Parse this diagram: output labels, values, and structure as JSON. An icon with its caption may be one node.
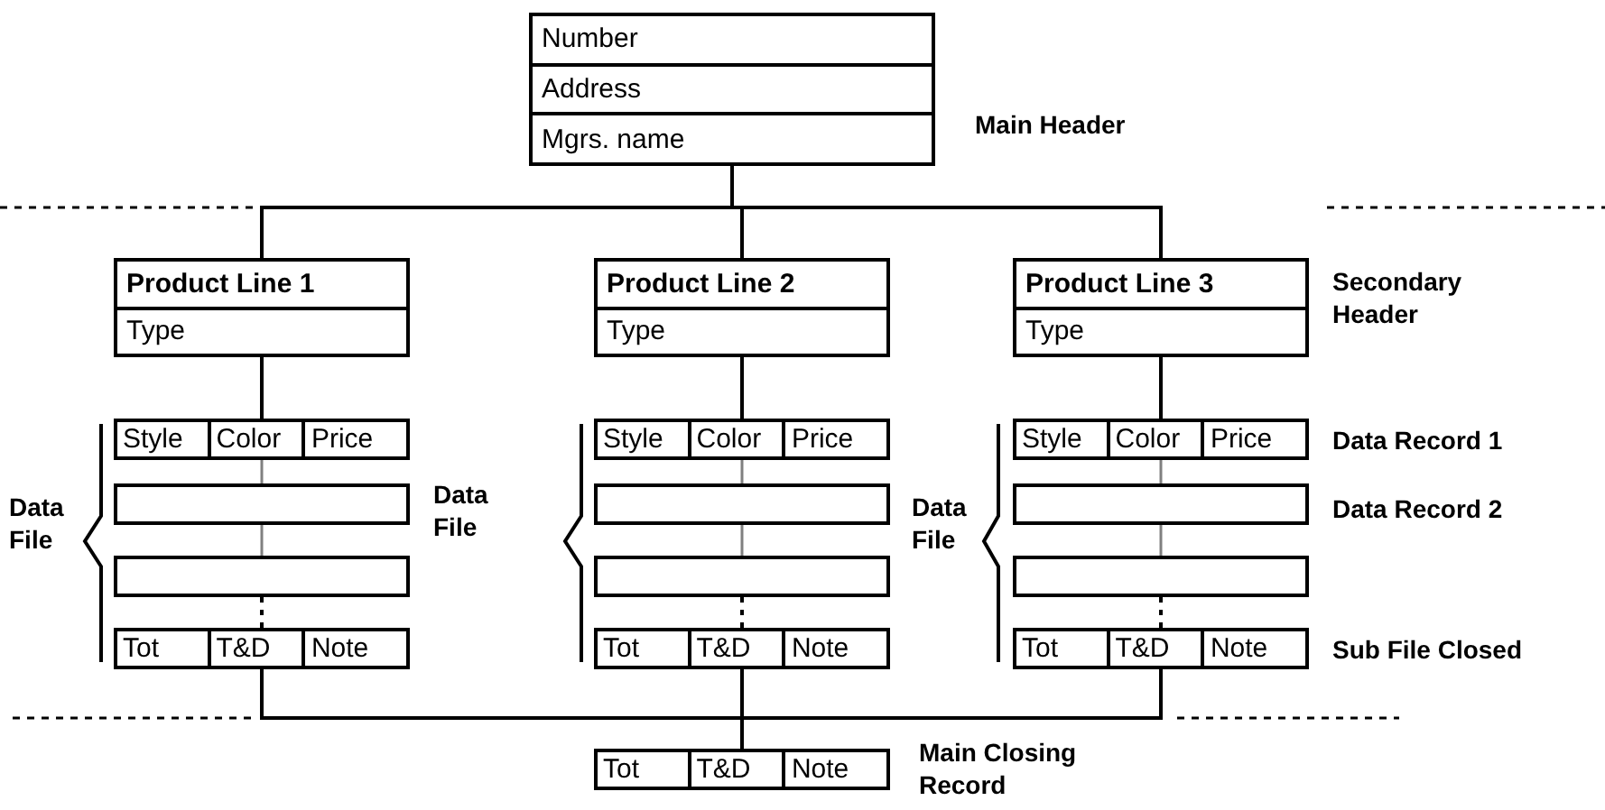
{
  "diagram": {
    "nodes": [
      {
        "text": [
          "Number",
          "Address",
          "Mgrs. name"
        ]
      },
      {
        "text": [
          "Product Line 1",
          "Type"
        ]
      },
      {
        "text": [
          "Style",
          "Color",
          "Price"
        ]
      },
      {
        "text": [],
        "shape": "box"
      },
      {
        "text": [],
        "shape": "box"
      },
      {
        "text": [
          "Tot",
          "T&D",
          "Note"
        ]
      },
      {
        "text": [
          "Product Line 2",
          "Type"
        ]
      },
      {
        "text": [
          "Style",
          "Color",
          "Price"
        ]
      },
      {
        "text": [],
        "shape": "box"
      },
      {
        "text": [],
        "shape": "box"
      },
      {
        "text": [
          "Tot",
          "T&D",
          "Note"
        ]
      },
      {
        "text": [
          "Product Line 3",
          "Type"
        ]
      },
      {
        "text": [
          "Style",
          "Color",
          "Price"
        ]
      },
      {
        "text": [],
        "shape": "box"
      },
      {
        "text": [],
        "shape": "box"
      },
      {
        "text": [
          "Tot",
          "T&D",
          "Note"
        ]
      },
      {
        "text": [
          "Tot",
          "T&D",
          "Note"
        ]
      }
    ],
    "edges": [
      {
        "from": 0,
        "to": 1,
        "arrow": "none"
      },
      {
        "from": 0,
        "to": 6,
        "arrow": "none"
      },
      {
        "from": 0,
        "to": 11,
        "arrow": "none"
      },
      {
        "from": 1,
        "to": 2,
        "arrow": "none"
      },
      {
        "from": 2,
        "to": 3,
        "arrow": "none",
        "color": "#808080"
      },
      {
        "from": 3,
        "to": 4,
        "arrow": "none",
        "color": "#808080"
      },
      {
        "from": 4,
        "to": 5,
        "arrow": "none",
        "style": "dashed"
      },
      {
        "from": 6,
        "to": 7,
        "arrow": "none"
      },
      {
        "from": 7,
        "to": 8,
        "arrow": "none",
        "color": "#808080"
      },
      {
        "from": 8,
        "to": 9,
        "arrow": "none",
        "color": "#808080"
      },
      {
        "from": 9,
        "to": 10,
        "arrow": "none",
        "style": "dashed"
      },
      {
        "from": 11,
        "to": 12,
        "arrow": "none"
      },
      {
        "from": 12,
        "to": 13,
        "arrow": "none",
        "color": "#808080"
      },
      {
        "from": 13,
        "to": 14,
        "arrow": "none",
        "color": "#808080"
      },
      {
        "from": 14,
        "to": 15,
        "arrow": "none",
        "style": "dashed"
      },
      {
        "from": 5,
        "to": 16,
        "arrow": "none"
      },
      {
        "from": 10,
        "to": 16,
        "arrow": "none"
      },
      {
        "from": 15,
        "to": 16,
        "arrow": "none"
      }
    ],
    "labels": [
      "Main Header",
      "Secondary Header",
      "Data Record 1",
      "Data File",
      "Data File",
      "Data File",
      "Data Record 2",
      "Sub File Closed",
      "Main Closing Record"
    ]
  }
}
